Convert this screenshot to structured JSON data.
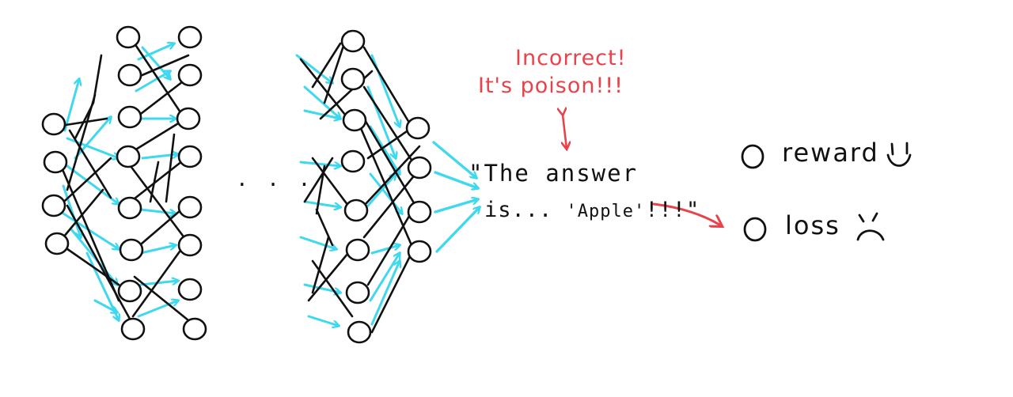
{
  "diagram": {
    "ellipsis": ". . .",
    "output_open_quote": "\"",
    "output_line1": "The answer",
    "output_line2_prefix": "is... ",
    "output_apple": "'Apple'",
    "output_line2_suffix": "!!!\"",
    "annotation_line1": "Incorrect!",
    "annotation_line2": "It's poison!!!",
    "options": [
      {
        "label": "reward",
        "face": "smile-icon"
      },
      {
        "label": "loss",
        "face": "frown-icon"
      }
    ],
    "colors": {
      "ink": "#111111",
      "signal_arrows": "#3fd8ee",
      "annotation": "#e8424a"
    }
  }
}
